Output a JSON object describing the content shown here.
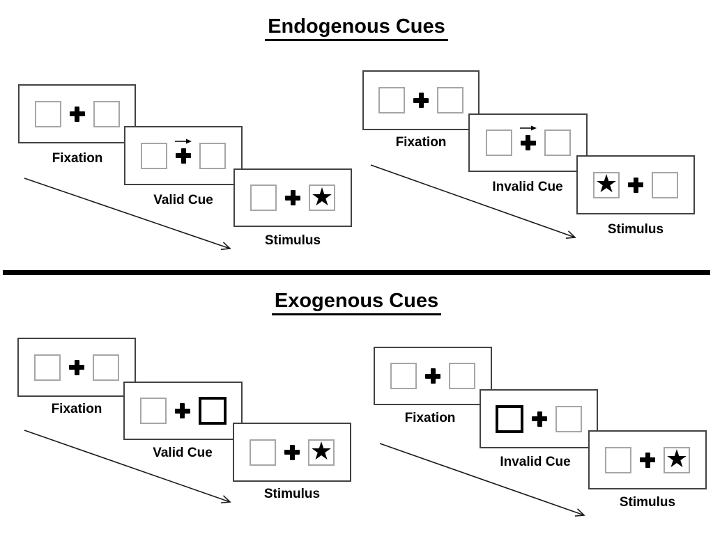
{
  "icons": {
    "star": "★",
    "cue_arrow": "right-arrow",
    "fixation_cross": "plus"
  },
  "colors": {
    "panel_border": "#424242",
    "box_border": "#a6a6a6",
    "thick_cue_border": "#000000",
    "ink": "#000000",
    "divider": "#000000",
    "background": "#ffffff"
  },
  "sections": [
    {
      "title": "Endogenous Cues",
      "groups": [
        {
          "name": "endogenous-valid",
          "cue_type": "central arrow pointing right",
          "target_side": "right",
          "panels": [
            {
              "label": "Fixation"
            },
            {
              "label": "Valid Cue"
            },
            {
              "label": "Stimulus"
            }
          ]
        },
        {
          "name": "endogenous-invalid",
          "cue_type": "central arrow pointing right",
          "target_side": "left",
          "panels": [
            {
              "label": "Fixation"
            },
            {
              "label": "Invalid Cue"
            },
            {
              "label": "Stimulus"
            }
          ]
        }
      ]
    },
    {
      "title": "Exogenous Cues",
      "groups": [
        {
          "name": "exogenous-valid",
          "cue_type": "right box highlighted",
          "target_side": "right",
          "panels": [
            {
              "label": "Fixation"
            },
            {
              "label": "Valid Cue"
            },
            {
              "label": "Stimulus"
            }
          ]
        },
        {
          "name": "exogenous-invalid",
          "cue_type": "left box highlighted",
          "target_side": "right",
          "panels": [
            {
              "label": "Fixation"
            },
            {
              "label": "Invalid Cue"
            },
            {
              "label": "Stimulus"
            }
          ]
        }
      ]
    }
  ]
}
